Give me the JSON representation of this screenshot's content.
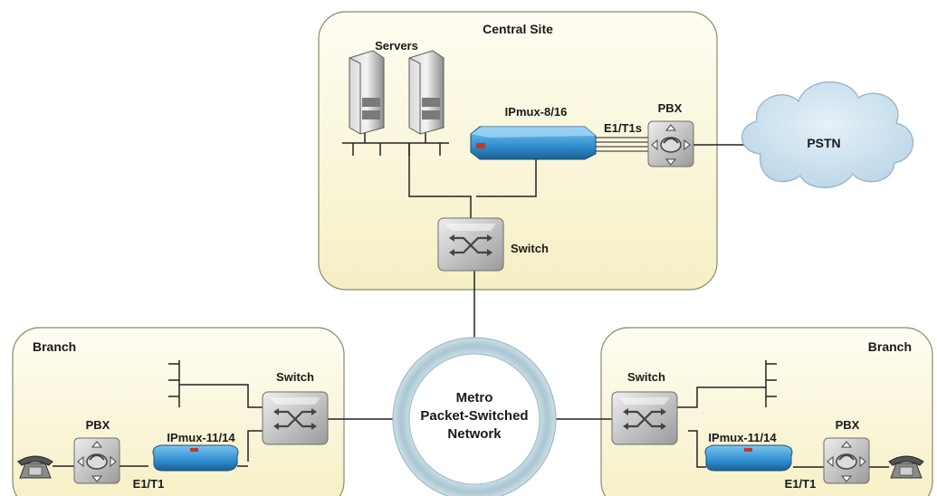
{
  "sites": {
    "central": {
      "title": "Central Site"
    },
    "branch_left": {
      "title": "Branch"
    },
    "branch_right": {
      "title": "Branch"
    }
  },
  "labels": {
    "servers": "Servers",
    "ipmux_central": "IPmux-8/16",
    "e1t1s": "E1/T1s",
    "pbx_central": "PBX",
    "pstn": "PSTN",
    "switch_central": "Switch",
    "switch_left": "Switch",
    "switch_right": "Switch",
    "pbx_left": "PBX",
    "pbx_right": "PBX",
    "ipmux_left": "IPmux-11/14",
    "ipmux_right": "IPmux-11/14",
    "e1t1_left": "E1/T1",
    "e1t1_right": "E1/T1"
  },
  "network": {
    "line1": "Metro",
    "line2": "Packet-Switched",
    "line3": "Network"
  },
  "colors": {
    "site_fill": "#fbf7d8",
    "site_stroke": "#8a8a6a",
    "ring": "#b4cfd9",
    "ipmux": "#2f8fd0",
    "cloud": "#cfe2ef"
  }
}
